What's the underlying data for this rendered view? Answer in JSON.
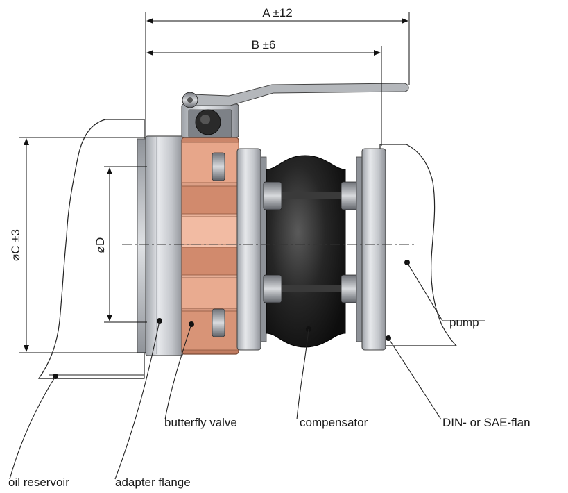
{
  "dimensions": {
    "a": "A ±12",
    "b": "B ±6",
    "c": "⌀C ±3",
    "d": "⌀D"
  },
  "labels": {
    "pump": "pump",
    "butterfly_valve": "butterfly valve",
    "compensator": "compensator",
    "flange": "DIN- or SAE-flan",
    "oil_reservoir": "oil reservoir",
    "adapter_flange": "adapter flange"
  },
  "colors": {
    "copper": "#d4927a",
    "copper_dark": "#b86f55",
    "steel": "#c9ccd1",
    "steel_dark": "#8c9097",
    "rubber": "#1c1c1c",
    "handle": "#a9acb0"
  }
}
